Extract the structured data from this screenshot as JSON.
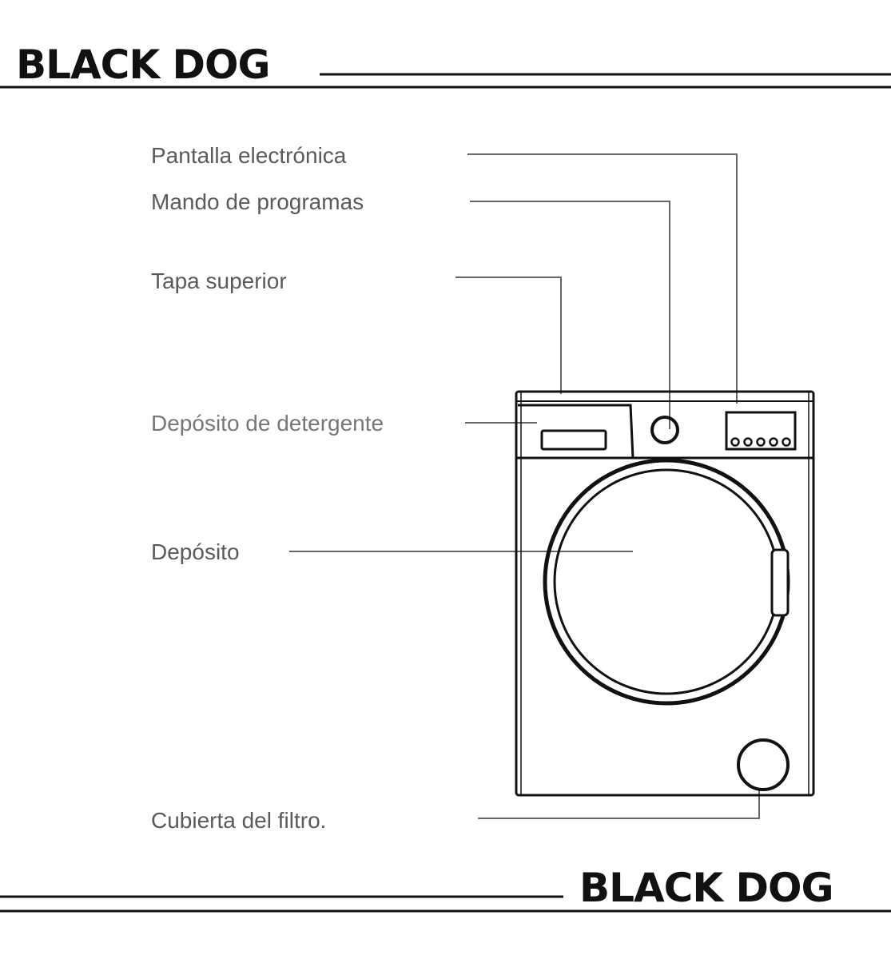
{
  "brand": {
    "top_logo": "BLACK DOG",
    "bottom_logo": "BLACK DOG"
  },
  "labels": [
    {
      "id": "display",
      "text": "Pantalla electrónica"
    },
    {
      "id": "program-knob",
      "text": "Mando de programas"
    },
    {
      "id": "top-cover",
      "text": "Tapa superior"
    },
    {
      "id": "detergent-drawer",
      "text": "Depósito de detergente"
    },
    {
      "id": "drum",
      "text": "Depósito"
    },
    {
      "id": "filter-cover",
      "text": "Cubierta del filtro."
    }
  ]
}
